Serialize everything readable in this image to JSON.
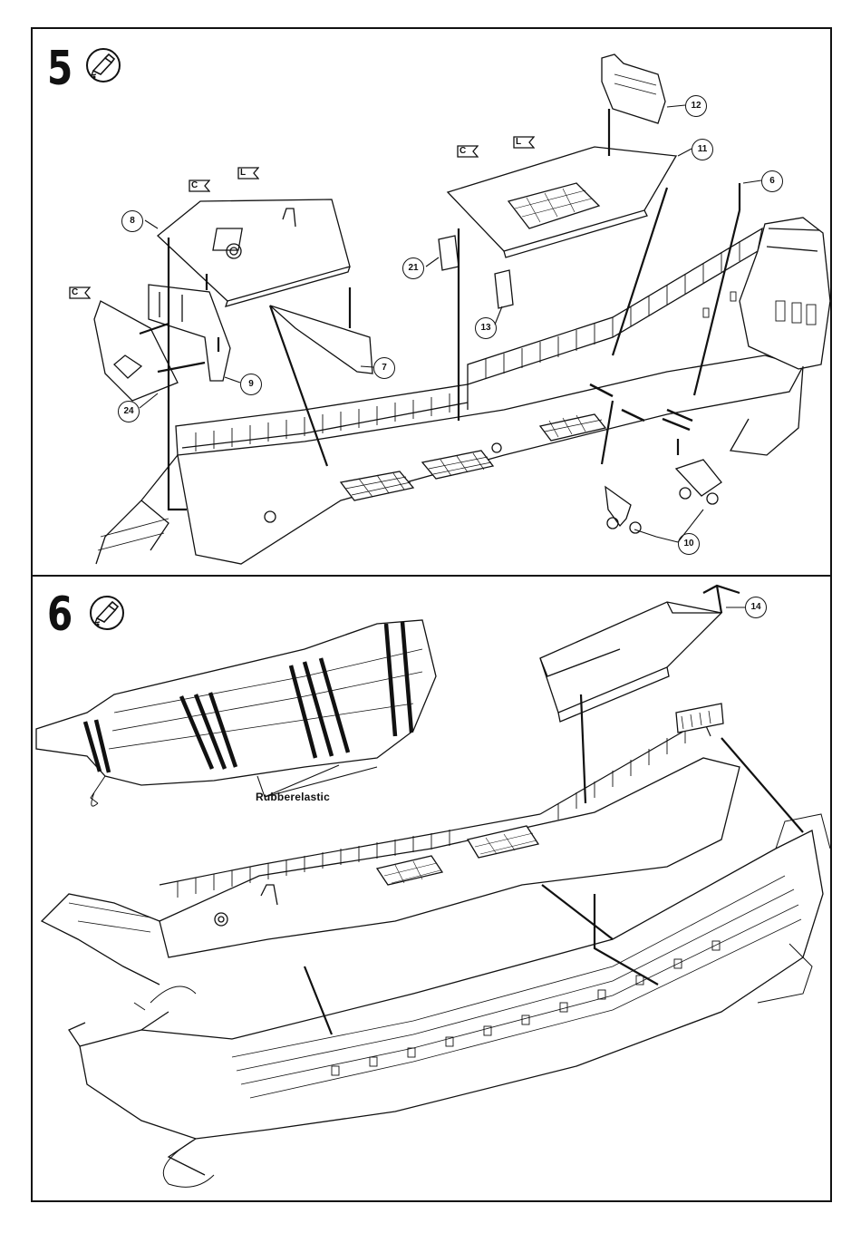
{
  "step5": {
    "number": "5",
    "icon": "glue-tube-icon",
    "callouts": [
      "12",
      "11",
      "6",
      "8",
      "21",
      "13",
      "7",
      "9",
      "24",
      "10"
    ],
    "flags": [
      "C",
      "L",
      "C",
      "L",
      "C"
    ]
  },
  "step6": {
    "number": "6",
    "icon": "glue-tube-icon",
    "callouts": [
      "14"
    ],
    "rubber_label": "Rubberelastic"
  }
}
